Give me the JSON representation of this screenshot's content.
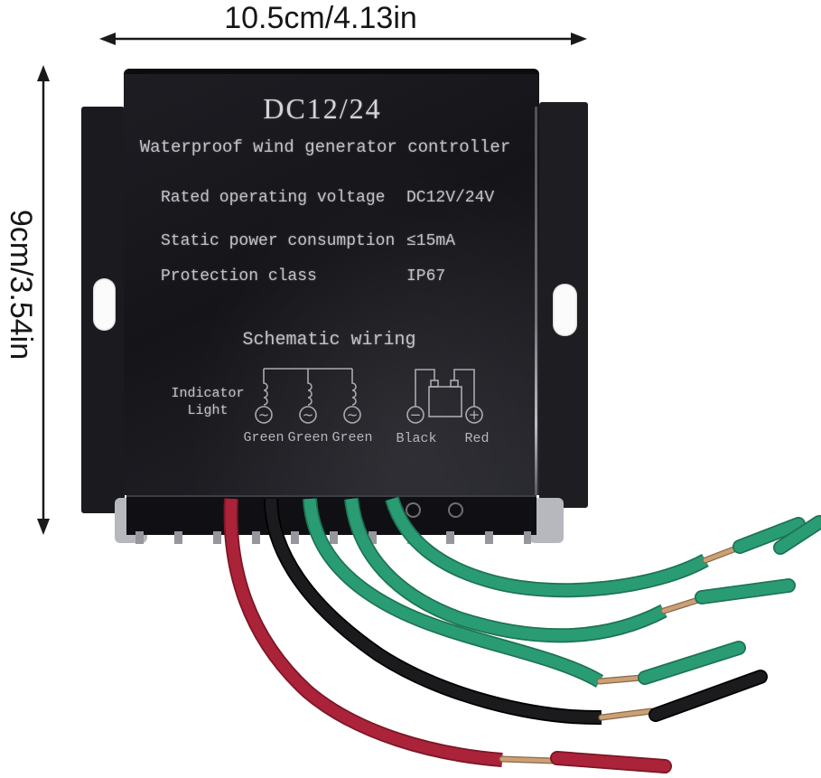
{
  "dimension_annotations": {
    "width_label": "10.5cm/4.13in",
    "height_label": "9cm/3.54in",
    "arrow_color": "#1a1a1a"
  },
  "controller": {
    "model": "DC12/24",
    "title": "Waterproof wind generator controller",
    "specs": [
      {
        "label": "Rated operating voltage",
        "value": "DC12V/24V"
      },
      {
        "label": "Static power consumption",
        "value": "≤15mA"
      },
      {
        "label": "Protection class",
        "value": "IP67"
      }
    ],
    "schematic": {
      "title": "Schematic wiring",
      "indicator_label": [
        "Indicator",
        "Light"
      ],
      "terminal_labels": {
        "green1": "Green",
        "green2": "Green",
        "green3": "Green",
        "black": "Black",
        "red": "Red"
      },
      "symbols": {
        "ac": "~",
        "minus": "−",
        "plus": "+"
      }
    }
  },
  "wires": {
    "exit_order": [
      "red",
      "black",
      "green",
      "green",
      "green"
    ],
    "colors": {
      "red": "#ab2339",
      "black": "#1b1b1e",
      "green": "#2a9c74",
      "copper": "#cba075"
    }
  }
}
